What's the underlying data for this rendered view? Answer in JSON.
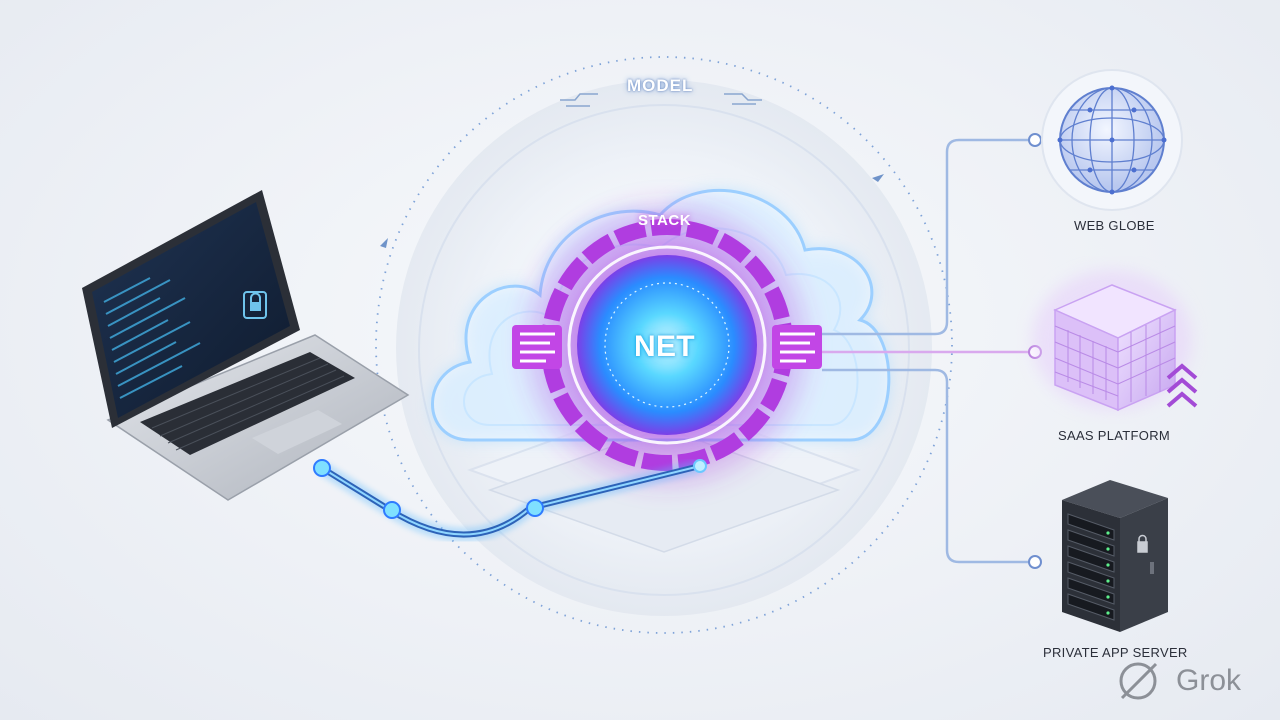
{
  "diagram": {
    "ring_label": "MODEL",
    "cloud_label": "STACK",
    "core_label": "NET",
    "nodes": [
      {
        "id": "web",
        "label": "WEB GLOBE",
        "icon": "globe-icon"
      },
      {
        "id": "saas",
        "label": "SAAS PLATFORM",
        "icon": "cube-icon"
      },
      {
        "id": "server",
        "label": "PRIVATE APP SERVER",
        "icon": "server-icon"
      }
    ],
    "client_icon": "laptop-icon"
  },
  "watermark": {
    "text": "Grok",
    "icon": "grok-logo-icon"
  },
  "colors": {
    "cyan": "#3ad0ff",
    "blue": "#2f7bff",
    "purple": "#b23ee0",
    "violet": "#c9a2f2",
    "server": "#2c3038"
  }
}
